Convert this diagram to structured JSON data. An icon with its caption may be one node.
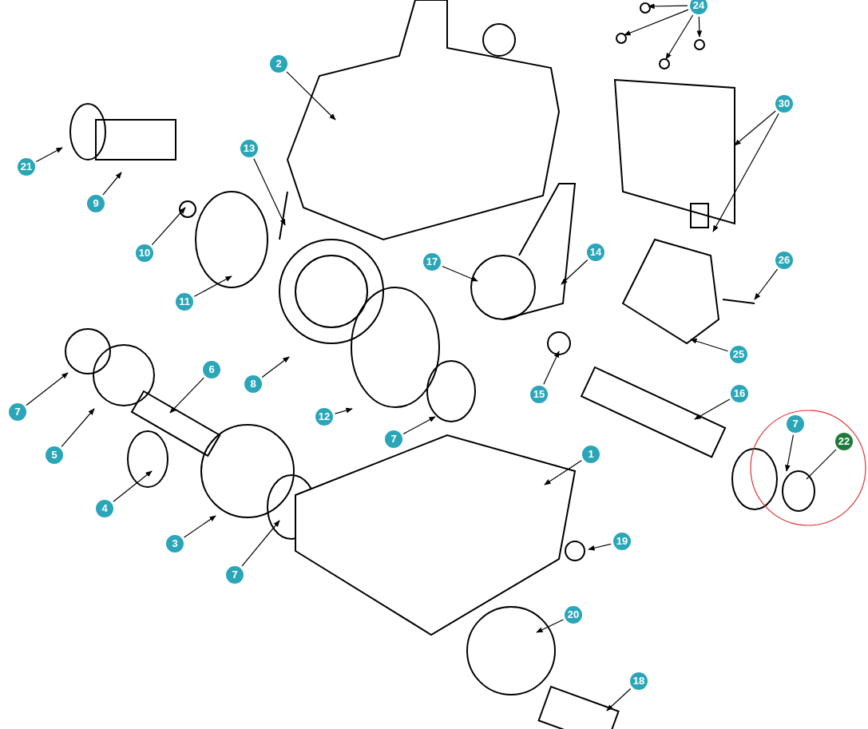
{
  "diagram": {
    "nodes": [
      {
        "text": [
          "24"
        ]
      },
      {
        "text": [
          "2"
        ]
      },
      {
        "text": [
          "21"
        ]
      },
      {
        "text": [
          "9"
        ]
      },
      {
        "text": [
          "13"
        ]
      },
      {
        "text": [
          "30"
        ]
      },
      {
        "text": [
          "10"
        ]
      },
      {
        "text": [
          "11"
        ]
      },
      {
        "text": [
          "17"
        ]
      },
      {
        "text": [
          "14"
        ]
      },
      {
        "text": [
          "26"
        ]
      },
      {
        "text": [
          "6"
        ]
      },
      {
        "text": [
          "8"
        ]
      },
      {
        "text": [
          "25"
        ]
      },
      {
        "text": [
          "7"
        ]
      },
      {
        "text": [
          "5"
        ]
      },
      {
        "text": [
          "15"
        ]
      },
      {
        "text": [
          "12"
        ]
      },
      {
        "text": [
          "16"
        ]
      },
      {
        "text": [
          "7"
        ]
      },
      {
        "text": [
          "7"
        ]
      },
      {
        "text": [
          "22"
        ]
      },
      {
        "text": [
          "1"
        ]
      },
      {
        "text": [
          "4"
        ]
      },
      {
        "text": [
          "3"
        ]
      },
      {
        "text": [
          "19"
        ]
      },
      {
        "text": [
          "7"
        ]
      },
      {
        "text": [
          "20"
        ]
      },
      {
        "text": [
          "18"
        ]
      }
    ],
    "edges": [
      {
        "from": 0,
        "to": null,
        "arrow": "to"
      },
      {
        "from": 0,
        "to": null,
        "arrow": "to"
      },
      {
        "from": 0,
        "to": null,
        "arrow": "to"
      },
      {
        "from": 0,
        "to": null,
        "arrow": "to"
      },
      {
        "from": 1,
        "to": null,
        "arrow": "to"
      },
      {
        "from": 2,
        "to": null,
        "arrow": "to"
      },
      {
        "from": 3,
        "to": null,
        "arrow": "to"
      },
      {
        "from": 4,
        "to": null,
        "arrow": "to"
      },
      {
        "from": 5,
        "to": null,
        "arrow": "to"
      },
      {
        "from": 5,
        "to": null,
        "arrow": "to"
      },
      {
        "from": 6,
        "to": null,
        "arrow": "to"
      },
      {
        "from": 7,
        "to": null,
        "arrow": "to"
      },
      {
        "from": 8,
        "to": null,
        "arrow": "to"
      },
      {
        "from": 9,
        "to": null,
        "arrow": "to"
      },
      {
        "from": 10,
        "to": null,
        "arrow": "to"
      },
      {
        "from": 11,
        "to": null,
        "arrow": "to"
      },
      {
        "from": 12,
        "to": null,
        "arrow": "to"
      },
      {
        "from": 13,
        "to": null,
        "arrow": "to"
      },
      {
        "from": 14,
        "to": null,
        "arrow": "to"
      },
      {
        "from": 15,
        "to": null,
        "arrow": "to"
      },
      {
        "from": 16,
        "to": null,
        "arrow": "to"
      },
      {
        "from": 17,
        "to": null,
        "arrow": "to"
      },
      {
        "from": 18,
        "to": null,
        "arrow": "to"
      },
      {
        "from": 19,
        "to": null,
        "arrow": "to"
      },
      {
        "from": 20,
        "to": null,
        "arrow": "to"
      },
      {
        "from": 21,
        "to": null,
        "arrow": "none"
      },
      {
        "from": 22,
        "to": null,
        "arrow": "to"
      },
      {
        "from": 23,
        "to": null,
        "arrow": "to"
      },
      {
        "from": 24,
        "to": null,
        "arrow": "to"
      },
      {
        "from": 25,
        "to": null,
        "arrow": "to"
      },
      {
        "from": 26,
        "to": null,
        "arrow": "to"
      },
      {
        "from": 27,
        "to": null,
        "arrow": "to"
      },
      {
        "from": 28,
        "to": null,
        "arrow": "to"
      }
    ]
  }
}
